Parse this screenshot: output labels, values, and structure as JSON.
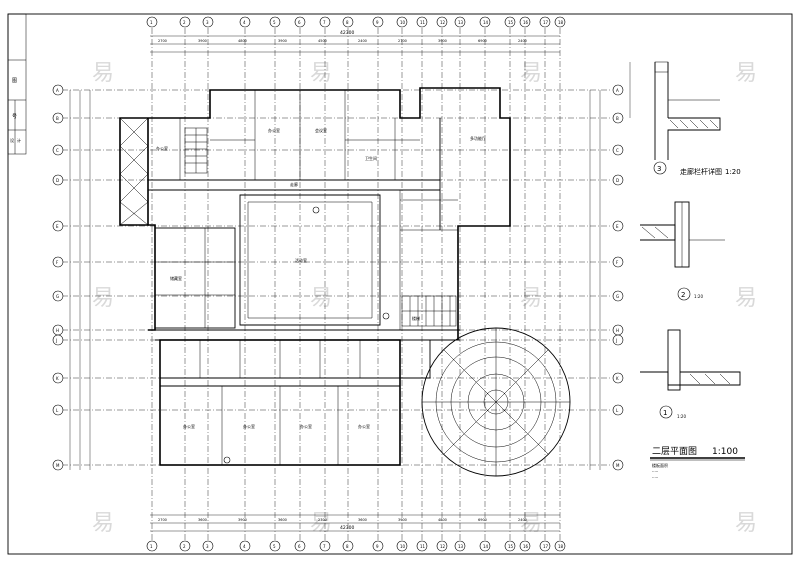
{
  "plan": {
    "title": "二层平面图",
    "scale": "1:100",
    "note_lines": [
      "楼板面积",
      "·····",
      "·····"
    ]
  },
  "details": [
    {
      "id": "detail-3",
      "label": "3",
      "caption": "走廊栏杆详图",
      "scale": "1:20"
    },
    {
      "id": "detail-2",
      "label": "2",
      "caption": "",
      "scale": "1:20"
    },
    {
      "id": "detail-1",
      "label": "1",
      "caption": "",
      "scale": "1:20"
    }
  ],
  "axes_top": [
    "1",
    "2",
    "3",
    "4",
    "5",
    "6",
    "7",
    "8",
    "9",
    "10",
    "11",
    "12",
    "13",
    "14",
    "15",
    "16",
    "17",
    "18"
  ],
  "axes_left": [
    "A",
    "B",
    "C",
    "D",
    "E",
    "F",
    "G",
    "H",
    "J",
    "K",
    "L",
    "M"
  ],
  "dims_top": [
    "2700",
    "3900",
    "4800",
    "3900",
    "4500",
    "2400",
    "2700",
    "3900",
    "6900",
    "2400"
  ],
  "dims_top_total": "42300",
  "dims_bottom": [
    "2700",
    "3600",
    "3900",
    "3600",
    "2700",
    "3600",
    "3900",
    "4800",
    "6900",
    "2400"
  ],
  "dims_bottom_total": "42300",
  "room_labels": [
    "办公室",
    "办公室",
    "会议室",
    "卫生间",
    "楼梯",
    "走廊",
    "活动室",
    "办公室",
    "办公室",
    "办公室",
    "办公室",
    "多功能厅",
    "储藏室"
  ],
  "watermark": "易",
  "title_block": [
    "图",
    "号",
    "设",
    "计"
  ]
}
